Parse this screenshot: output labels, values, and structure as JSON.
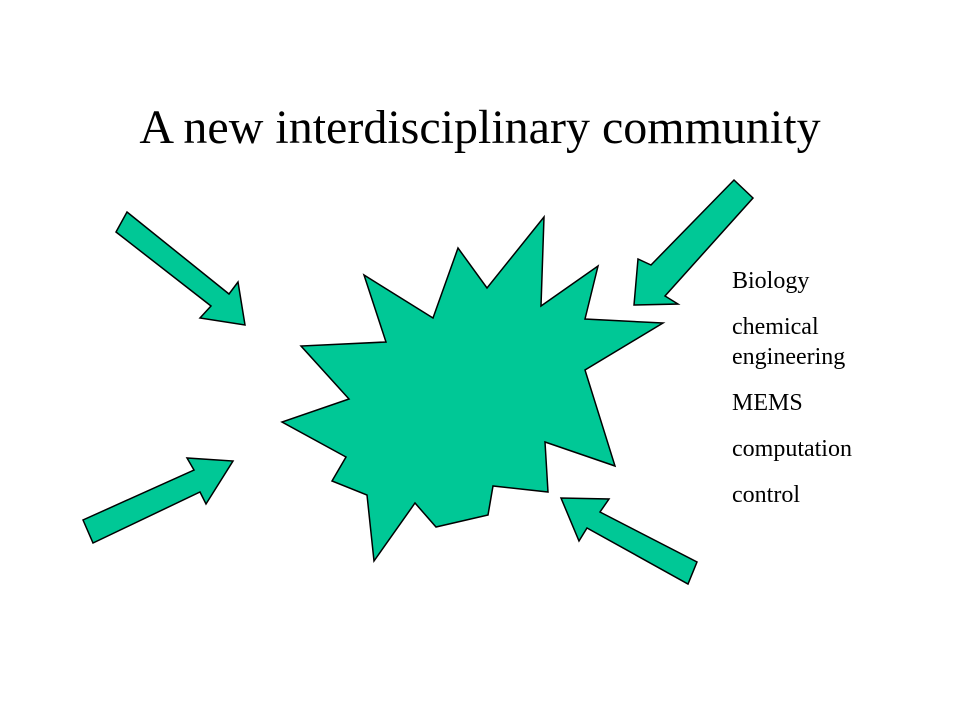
{
  "slide": {
    "title": "A new interdisciplinary community",
    "disciplines": [
      "Biology",
      "chemical engineering",
      "MEMS",
      "computation",
      "control"
    ]
  },
  "colors": {
    "shape_fill": "#00c896",
    "shape_stroke": "#000000",
    "text": "#000000",
    "background": "#ffffff"
  },
  "icons": {
    "center": "explosion-starburst-icon",
    "arrows": "block-arrow-icon"
  }
}
